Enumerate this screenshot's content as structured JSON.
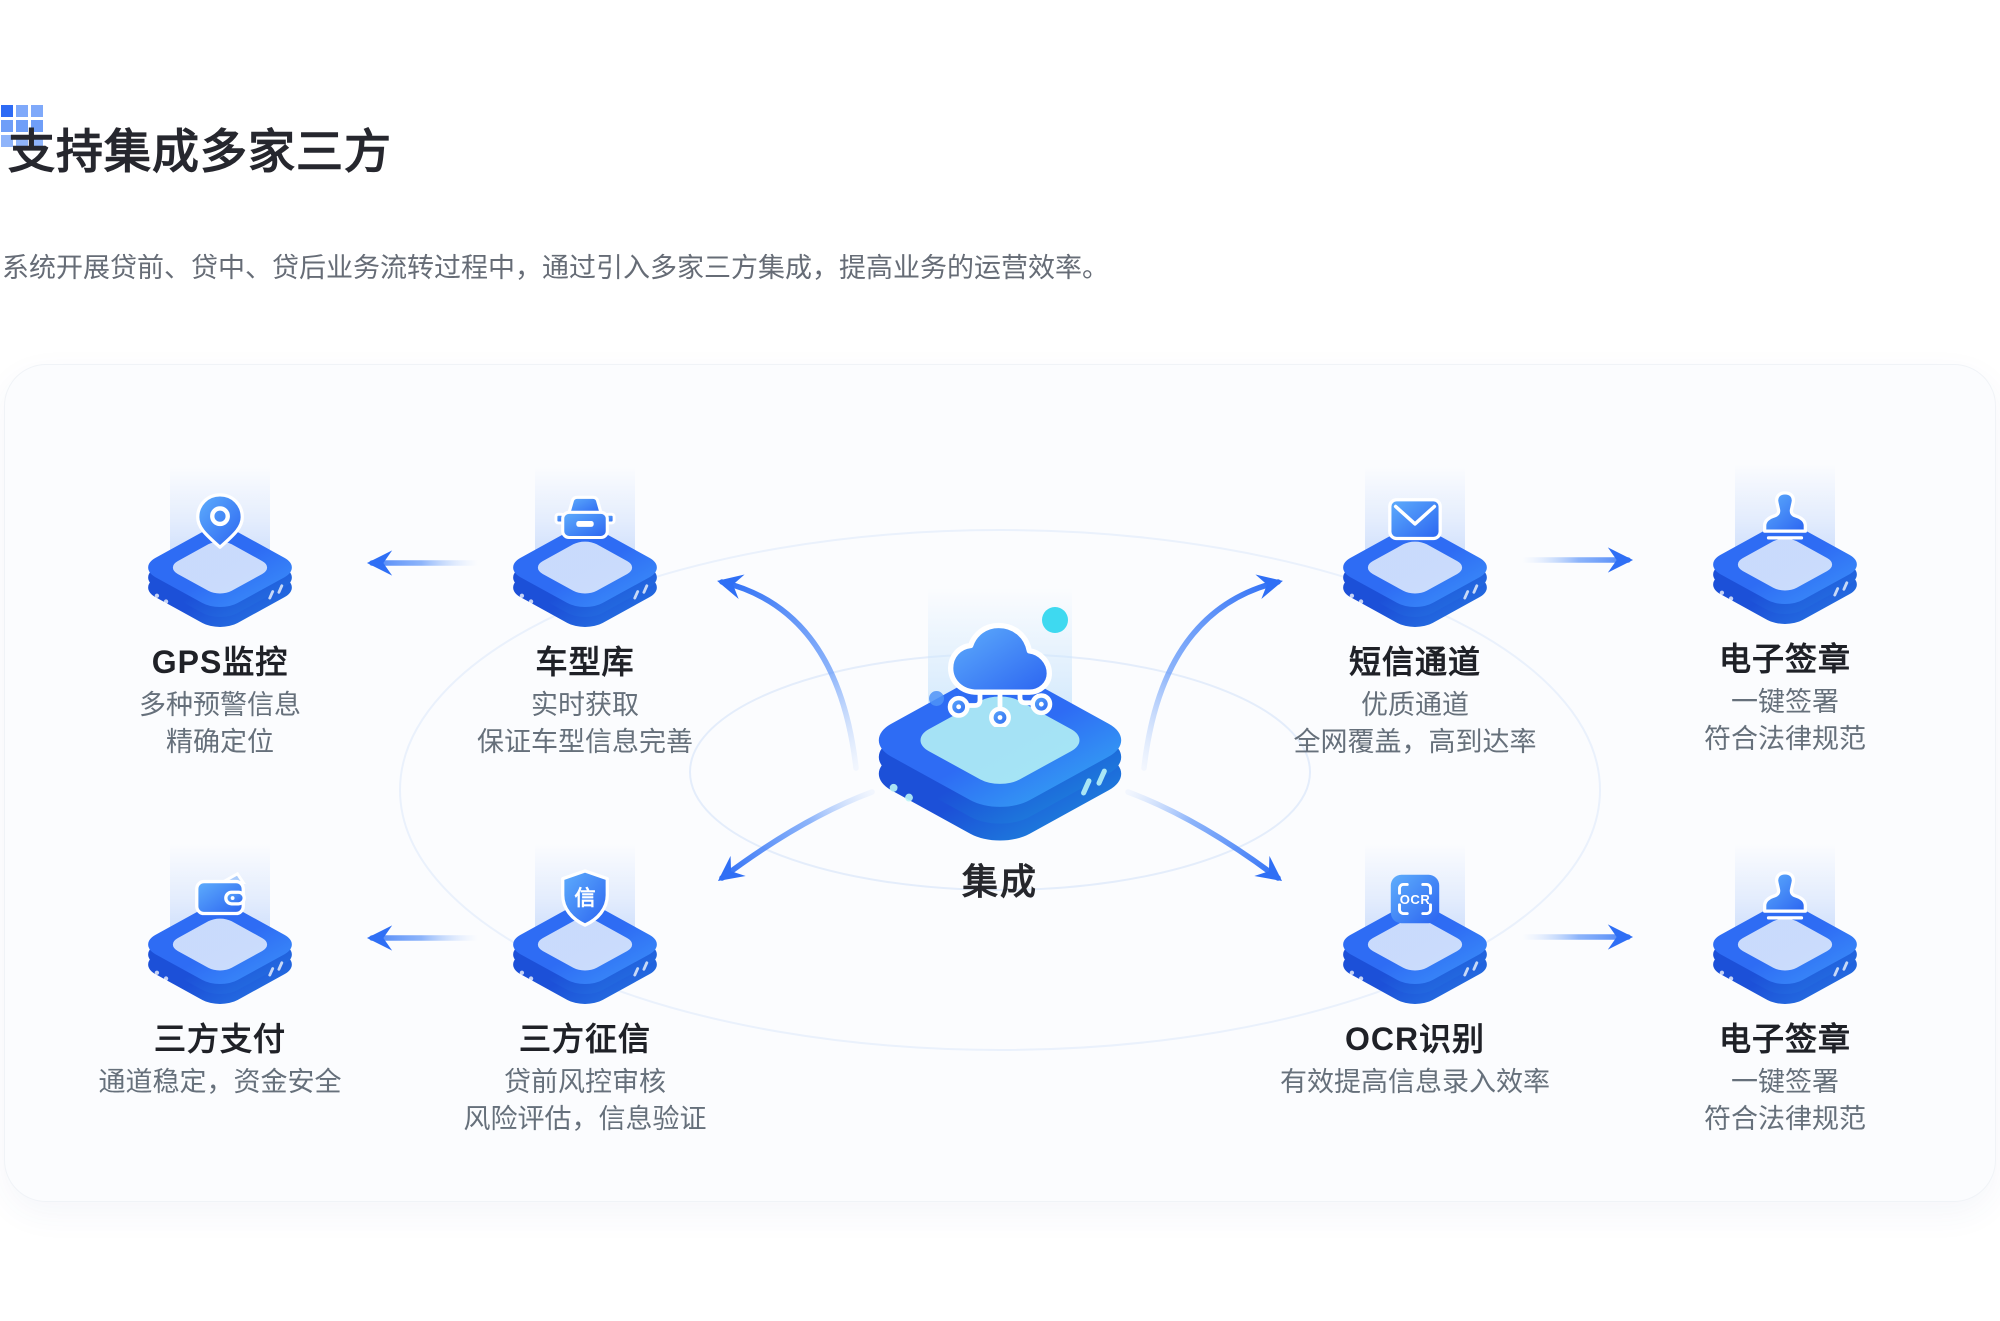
{
  "page": {
    "title": "支持集成多家三方",
    "subtitle": "系统开展贷前、贷中、贷后业务流转过程中，通过引入多家三方集成，提高业务的运营效率。"
  },
  "colors": {
    "accent": "#2F6FF5",
    "platform_top_gradient": [
      "#2E6CF4",
      "#47ADFE"
    ],
    "center_platform_gradient": [
      "#2E6CF4",
      "#3BDBF2"
    ],
    "title_text": "#1F2127",
    "desc_text": "#66707B"
  },
  "diagram": {
    "center": {
      "label": "集成",
      "icon": "cloud-network-icon"
    },
    "shield_char": "信",
    "ocr_text": "OCR",
    "nodes": [
      {
        "id": "gps",
        "title": "GPS监控",
        "icon": "location-pin-icon",
        "desc": [
          "多种预警信息",
          "精确定位"
        ]
      },
      {
        "id": "car-db",
        "title": "车型库",
        "icon": "car-icon",
        "desc": [
          "实时获取",
          "保证车型信息完善"
        ]
      },
      {
        "id": "sms",
        "title": "短信通道",
        "icon": "mail-icon",
        "desc": [
          "优质通道",
          "全网覆盖，高到达率"
        ]
      },
      {
        "id": "esign-top",
        "title": "电子签章",
        "icon": "stamp-icon",
        "desc": [
          "一键签署",
          "符合法律规范"
        ]
      },
      {
        "id": "payment",
        "title": "三方支付",
        "icon": "wallet-icon",
        "desc": [
          "通道稳定，资金安全"
        ]
      },
      {
        "id": "credit",
        "title": "三方征信",
        "icon": "shield-icon",
        "desc": [
          "贷前风控审核",
          "风险评估，信息验证"
        ]
      },
      {
        "id": "ocr",
        "title": "OCR识别",
        "icon": "ocr-scan-icon",
        "desc": [
          "有效提高信息录入效率"
        ]
      },
      {
        "id": "esign-bottom",
        "title": "电子签章",
        "icon": "stamp-icon",
        "desc": [
          "一键签署",
          "符合法律规范"
        ]
      }
    ],
    "connections": [
      {
        "from": "车型库",
        "to": "GPS监控"
      },
      {
        "from": "集成",
        "to": "车型库"
      },
      {
        "from": "集成",
        "to": "短信通道"
      },
      {
        "from": "短信通道",
        "to": "电子签章"
      },
      {
        "from": "三方征信",
        "to": "三方支付"
      },
      {
        "from": "集成",
        "to": "三方征信"
      },
      {
        "from": "集成",
        "to": "OCR识别"
      },
      {
        "from": "OCR识别",
        "to": "电子签章"
      }
    ]
  }
}
